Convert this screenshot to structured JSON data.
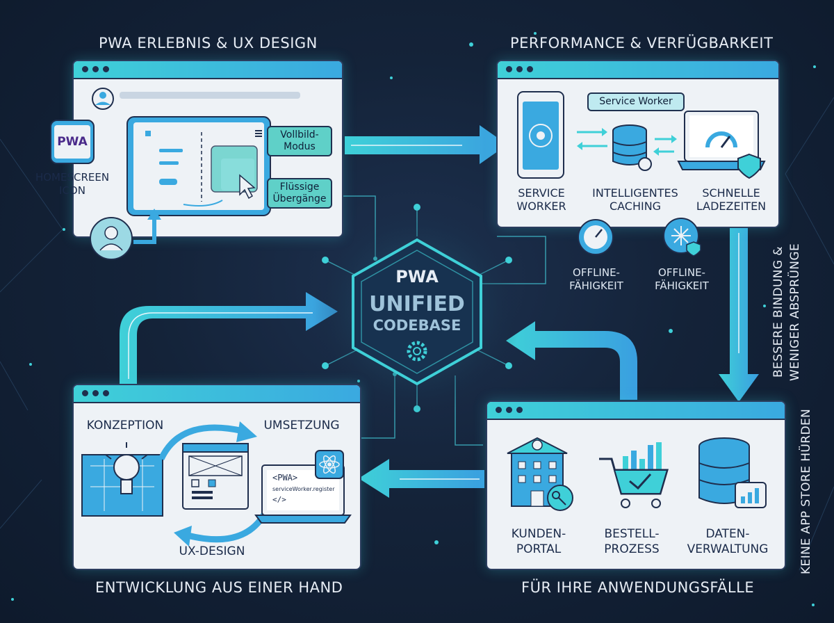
{
  "titles": {
    "top_left": "PWA Erlebnis & UX Design",
    "top_right": "Performance & Verfügbarkeit",
    "bottom_left": "Entwicklung aus einer Hand",
    "bottom_right": "Für Ihre Anwendungsfälle"
  },
  "side": {
    "right_upper_line1": "Bessere Bindung &",
    "right_upper_line2": "weniger Absprünge",
    "right_lower": "Keine App Store Hürden"
  },
  "ux_panel": {
    "pwa_logo": "PWA",
    "homescreen_label": "Homescreen Icon",
    "fullscreen_tag": "Vollbild-Modus",
    "transitions_tag": "Flüssige Übergänge"
  },
  "perf_panel": {
    "sw_tag": "Service Worker",
    "items": [
      "Service Worker",
      "Intelligentes Caching",
      "Schnelle Ladezeiten"
    ],
    "offline_1": "Offline-Fähigkeit",
    "offline_2": "Offline-Fähigkeit"
  },
  "hub": {
    "logo": "PWA",
    "line1": "UNIFIED",
    "line2": "CODEBASE"
  },
  "dev_panel": {
    "konzeption": "Konzeption",
    "umsetzung": "Umsetzung",
    "ux_design": "UX-Design",
    "code_line1": "<PWA>",
    "code_line2": "serviceWorker.register",
    "code_line3": "</>"
  },
  "use_panel": {
    "items": [
      "Kunden-Portal",
      "Bestell-Prozess",
      "Daten-Verwaltung"
    ]
  },
  "colors": {
    "background": "#142339",
    "accent_teal": "#3fd0d8",
    "accent_blue": "#3aa9e0",
    "panel": "#eef2f6",
    "outline": "#1f2e4d"
  }
}
